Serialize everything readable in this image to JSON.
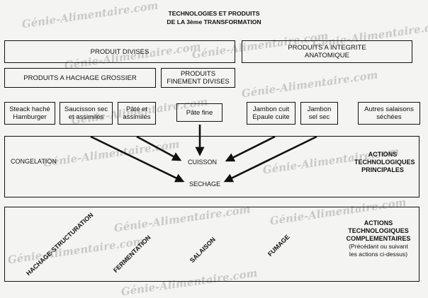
{
  "watermark": "Génie-Alimentaire.com",
  "title": {
    "line1": "TECHNOLOGIES ET PRODUITS",
    "line2": "DE LA 3ème TRANSFORMATION"
  },
  "top_row": {
    "produit_divises": "PRODUIT DIVISES",
    "integrite_line1": "PRODUITS A INTEGRITE",
    "integrite_line2": "ANATOMIQUE"
  },
  "second_row": {
    "hachage_grossier": "PRODUITS A HACHAGE GROSSIER",
    "finement_line1": "PRODUITS",
    "finement_line2": "FINEMENT DIVISES"
  },
  "products": [
    {
      "line1": "Steack haché",
      "line2": "Hamburger"
    },
    {
      "line1": "Saucisson sec",
      "line2": "et assimilés"
    },
    {
      "line1": "Pâté et",
      "line2": "assimilés"
    },
    {
      "line1": "Pâte fine",
      "line2": ""
    },
    {
      "line1": "Jambon cuit",
      "line2": "Epaule cuite"
    },
    {
      "line1": "Jambon",
      "line2": "sel sec"
    },
    {
      "line1": "Autres salaisons",
      "line2": "séchées"
    }
  ],
  "main_actions": {
    "congelation": "CONGELATION",
    "cuisson": "CUISSON",
    "sechage": "SECHAGE",
    "heading_line1": "ACTIONS",
    "heading_line2": "TECHNOLOGIQUES",
    "heading_line3": "PRINCIPALES"
  },
  "complementary": {
    "hachage_structuration": "HACHAGE-STRUCTURATION",
    "fermentation": "FERMENTATION",
    "salaison": "SALAISON",
    "fumage": "FUMAGE",
    "heading_line1": "ACTIONS",
    "heading_line2": "TECHNOLOGIQUES",
    "heading_line3": "COMPLEMENTAIRES",
    "note_line1": "(Précédant ou suivant",
    "note_line2": "les actions ci-dessus)"
  },
  "colors": {
    "ink": "#111111",
    "watermark": "#c9c9c9",
    "paper": "#f4f4f2"
  }
}
